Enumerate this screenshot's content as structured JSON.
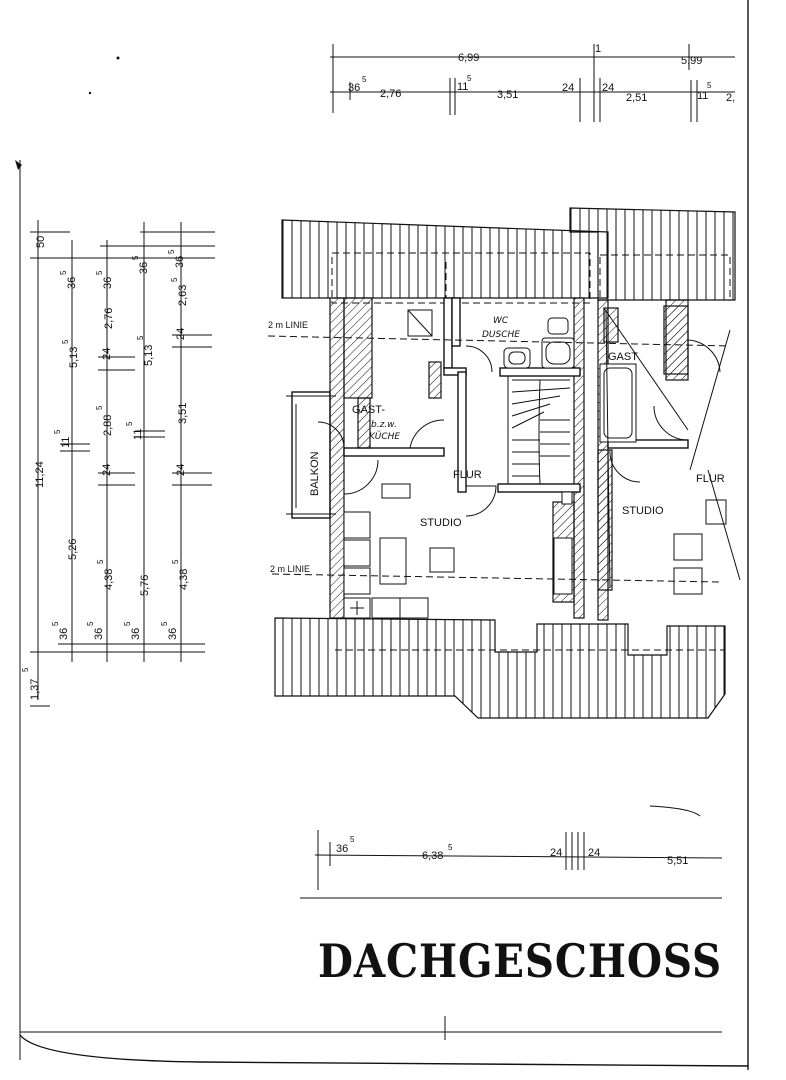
{
  "title": "DACHGESCHOSS",
  "rooms": {
    "gast_left": "GAST-",
    "kueche_note_1": "b.z.w.",
    "kueche_note_2": "KÜCHE",
    "wc": "WC",
    "dusche": "DUSCHE",
    "balkon": "BALKON",
    "flur_left": "FLUR",
    "studio_left": "STUDIO",
    "gast_right": "GAST",
    "flur_right": "FLUR",
    "studio_right": "STUDIO"
  },
  "annotations": {
    "linie_top": "2 m LINIE",
    "linie_bottom": "2 m LINIE"
  },
  "dims_top": {
    "total_left": "6,99",
    "mid_mark": "1",
    "total_right": "5,99",
    "d1": "36",
    "d1_sup": "5",
    "d2": "2,76",
    "d3": "11",
    "d3_sup": "5",
    "d4": "3,51",
    "d5": "24",
    "d6": "24",
    "d7": "2,51",
    "d8": "11",
    "d8_sup": "5",
    "d9": "2,"
  },
  "dims_bottom": {
    "b1": "36",
    "b1_sup": "5",
    "b2": "6,38",
    "b2_sup": "5",
    "b3": "24",
    "b4": "24",
    "b5": "5,51"
  },
  "dims_left": {
    "top_50": "50",
    "total": "11,24",
    "overall_small": "1,37",
    "overall_small_sup": "5",
    "c1_a": "36",
    "c1_a_sup": "5",
    "c1_b": "5,13",
    "c1_b_sup": "5",
    "c1_c": "11",
    "c1_c_sup": "5",
    "c1_d": "5,26",
    "c1_e": "36",
    "c1_e_sup": "5",
    "c2_a": "36",
    "c2_a_sup": "5",
    "c2_b": "2,76",
    "c2_c": "24",
    "c2_d": "2,88",
    "c2_d_sup": "5",
    "c2_e": "24",
    "c2_f": "4,38",
    "c2_f_sup": "5",
    "c2_g": "36",
    "c2_g_sup": "5",
    "c3_a": "36",
    "c3_a_sup": "5",
    "c3_b": "5,13",
    "c3_b_sup": "5",
    "c3_c": "11",
    "c3_c_sup": "5",
    "c3_d": "5,76",
    "c3_e": "36",
    "c3_e_sup": "5",
    "c4_a": "36",
    "c4_a_sup": "5",
    "c4_b": "2,63",
    "c4_b_sup": "5",
    "c4_c": "24",
    "c4_d": "3,51",
    "c4_e": "24",
    "c4_f": "4,38",
    "c4_f_sup": "5",
    "c4_g": "36",
    "c4_g_sup": "5"
  }
}
